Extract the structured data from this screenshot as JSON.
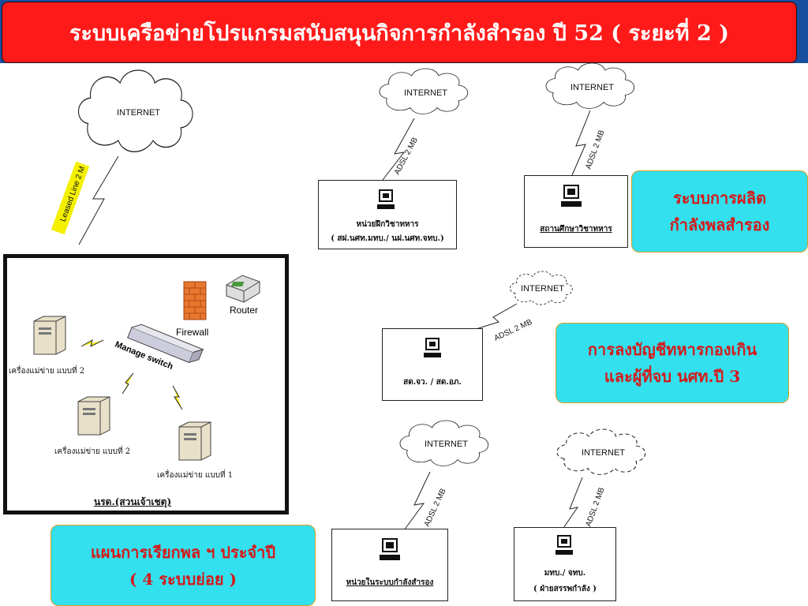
{
  "title": "ระบบเครือข่ายโปรแกรมสนับสนุนกิจการกำลังสำรอง ปี 52 ( ระยะที่ 2 )",
  "internet": "INTERNET",
  "links": {
    "leased": "Leased Line 2 M",
    "adsl": "ADSL 2 MB",
    "adsl_partial": "ADSL 2 MB"
  },
  "sites": {
    "training_unit": {
      "line1": "หน่วยฝึกวิชาทหาร",
      "line2": "( สฝ.นศท.มทบ./ นฝ.นศท.จทบ.)"
    },
    "military_school": {
      "line1": "สถานศึกษาวิชาทหาร"
    },
    "sd": {
      "line1": "สด.จว. / สด.อภ."
    },
    "reserve_unit": {
      "line1": "หน่วยในระบบกำลังสำรอง"
    },
    "mtb": {
      "line1": "มทบ./ จทบ.",
      "line2": "( ฝ่ายสรรพกำลัง )"
    }
  },
  "callouts": {
    "production": {
      "line1": "ระบบการผลิต",
      "line2": "กำลังพลสำรอง"
    },
    "registration": {
      "line1": "การลงบัญชีทหารกองเกิน",
      "line2": "และผู้ที่จบ นศท.ปี 3"
    },
    "call_plan": {
      "line1": "แผนการเรียกพล ฯ ประจำปี",
      "line2": "( 4 ระบบย่อย )"
    }
  },
  "lan": {
    "router": "Router",
    "firewall": "Firewall",
    "switch": "Manage switch",
    "server_2a": "เครื่องแม่ข่าย แบบที่ 2",
    "server_2b": "เครื่องแม่ข่าย แบบที่ 2",
    "server_1": "เครื่องแม่ข่าย แบบที่ 1",
    "caption": "นรด.(สวนเจ้าเชตุ)"
  }
}
